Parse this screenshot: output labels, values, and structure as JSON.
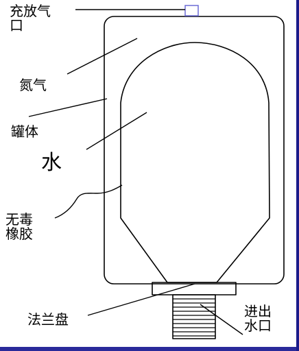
{
  "labels": {
    "vent_port": [
      "充放气",
      "口"
    ],
    "nitrogen": "氮气",
    "tank_body": "罐体",
    "water": "水",
    "rubber": [
      "无毒",
      "橡胶"
    ],
    "flange": "法兰盘",
    "inlet_outlet": [
      "进出",
      "水口"
    ]
  },
  "colors": {
    "stroke": "#000000",
    "vent_port": "#6b6bd6",
    "edge_strip": "#1b1b8a",
    "bottom_strip": "#2a2a9a"
  }
}
